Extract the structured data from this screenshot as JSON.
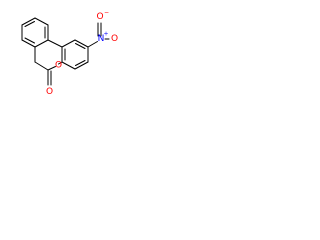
{
  "structure": {
    "atoms": {
      "nitro_oxygen_top": "O",
      "nitro_charge_top": "−",
      "nitro_nitrogen": "N",
      "nitro_charge_n": "+",
      "nitro_oxygen_right": "O",
      "ring_oxygen": "O",
      "carbonyl_oxygen": "O"
    },
    "colors": {
      "oxygen": "#ff0000",
      "nitrogen": "#0000ff",
      "bond": "#000000"
    }
  }
}
